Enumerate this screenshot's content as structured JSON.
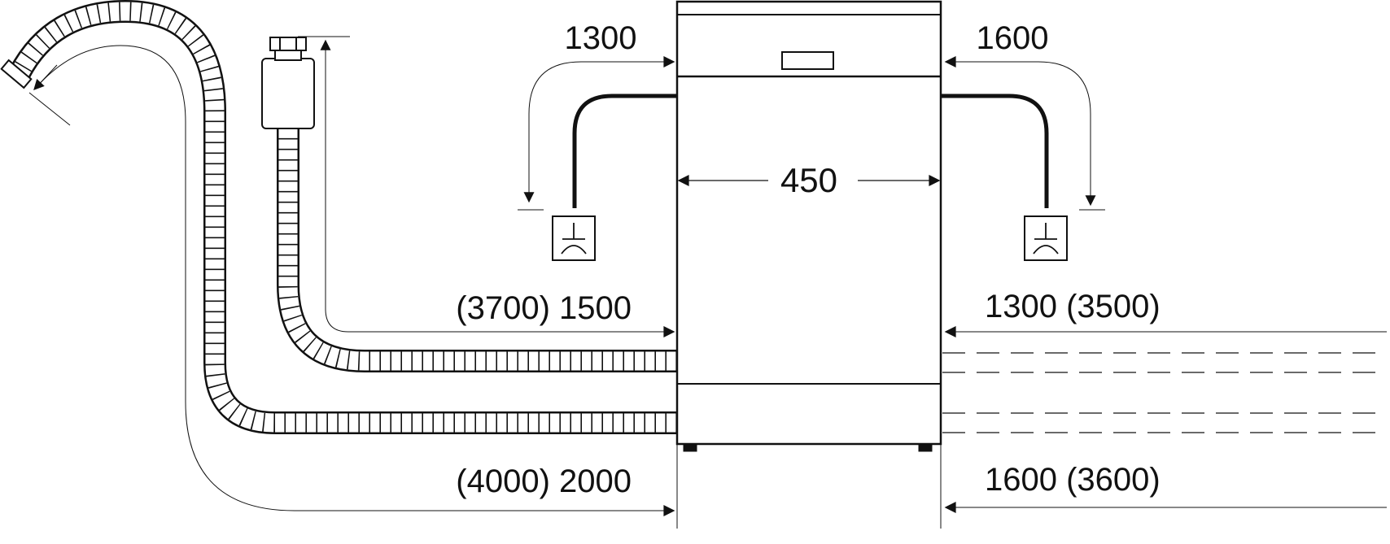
{
  "colors": {
    "ink": "#111111",
    "background": "#ffffff"
  },
  "dimensions": {
    "width": "450",
    "power_left": "1300",
    "power_right": "1600",
    "inlet_left": "(3700) 1500",
    "inlet_right": "1300 (3500)",
    "drain_left": "(4000) 2000",
    "drain_right": "1600 (3600)"
  },
  "icons": {
    "socket_left": "power-socket-icon",
    "socket_right": "power-socket-icon",
    "hose_end": "hose-connector-icon",
    "aquastop_valve": "aquastop-valve-icon"
  }
}
